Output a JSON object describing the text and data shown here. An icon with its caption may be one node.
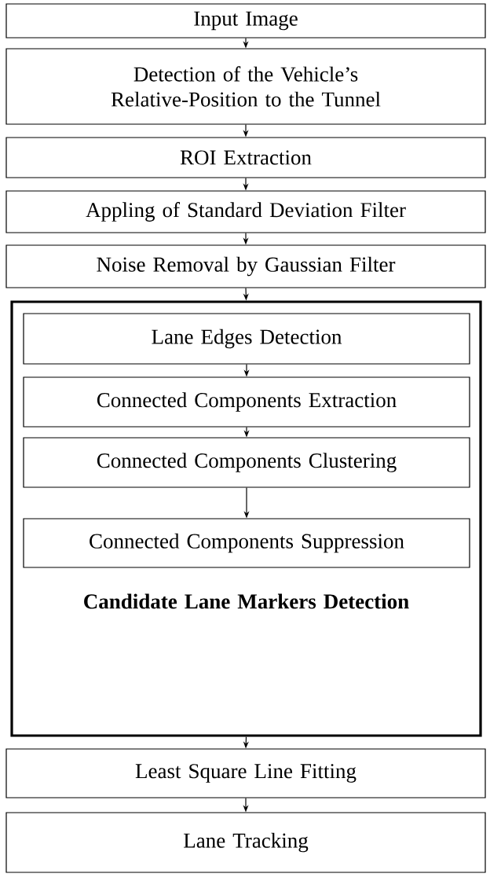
{
  "diagram": {
    "nodes": [
      {
        "text": [
          "Input Image"
        ]
      },
      {
        "text": [
          "Detection of the Vehicle’s Relative-Position to the Tunnel"
        ]
      },
      {
        "text": [
          "ROI Extraction"
        ]
      },
      {
        "text": [
          "Appling of Standard Deviation Filter"
        ]
      },
      {
        "text": [
          "Noise Removal by Gaussian Filter"
        ]
      },
      {
        "text": [
          "Candidate Lane Markers Detection"
        ]
      },
      {
        "text": [
          "Lane Edges Detection"
        ],
        "in": 5
      },
      {
        "text": [
          "Connected Components Extraction"
        ],
        "in": 5
      },
      {
        "text": [
          "Connected Components Clustering"
        ],
        "in": 5
      },
      {
        "text": [
          "Connected Components Suppression"
        ],
        "in": 5
      },
      {
        "text": [
          "Least Square Line Fitting"
        ]
      },
      {
        "text": [
          "Lane Tracking"
        ]
      }
    ],
    "edges": [
      {
        "from": 0,
        "to": 1,
        "arrow": "to"
      },
      {
        "from": 1,
        "to": 2,
        "arrow": "to"
      },
      {
        "from": 2,
        "to": 3,
        "arrow": "to"
      },
      {
        "from": 3,
        "to": 4,
        "arrow": "to"
      },
      {
        "from": 4,
        "to": 5,
        "arrow": "to"
      },
      {
        "from": 6,
        "to": 7,
        "arrow": "to"
      },
      {
        "from": 7,
        "to": 8,
        "arrow": "to"
      },
      {
        "from": 8,
        "to": 9,
        "arrow": "to"
      },
      {
        "from": 5,
        "to": 10,
        "arrow": "to"
      },
      {
        "from": 10,
        "to": 11,
        "arrow": "to"
      }
    ]
  }
}
